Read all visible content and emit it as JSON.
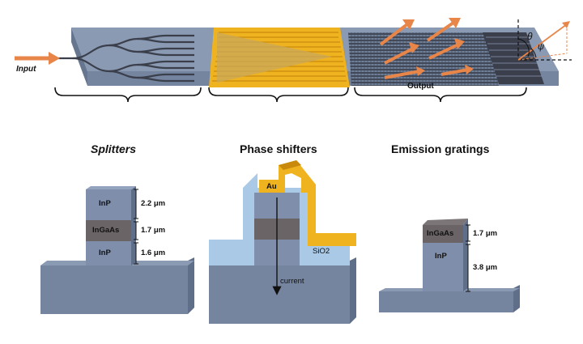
{
  "top": {
    "input_label": "Input",
    "output_label": "Output",
    "angle_theta": "θ",
    "angle_psi": "ψ"
  },
  "sections": [
    {
      "id": "splitters",
      "label": "Splitters"
    },
    {
      "id": "phase",
      "label": "Phase shifters"
    },
    {
      "id": "gratings",
      "label": "Emission gratings"
    }
  ],
  "cross_sections": {
    "splitter": {
      "layers": [
        "InP",
        "InGaAs",
        "InP"
      ],
      "dims": [
        "2.2 μm",
        "1.7 μm",
        "1.6 μm"
      ]
    },
    "phase": {
      "metal": "Au",
      "oxide": "SiO2",
      "current": "current"
    },
    "grating": {
      "layers": [
        "InGaAs",
        "InP"
      ],
      "dims": [
        "1.7 μm",
        "3.8 μm"
      ]
    }
  },
  "colors": {
    "substrate_top": "#8a9ab3",
    "substrate_front": "#7585a0",
    "gold": "#f0b320",
    "gold_dark": "#c98a0c",
    "arrow": "#e8864a",
    "oxide": "#a9c9e6",
    "ingaas": "#6b6466",
    "waveguide": "#3a3f4b"
  }
}
